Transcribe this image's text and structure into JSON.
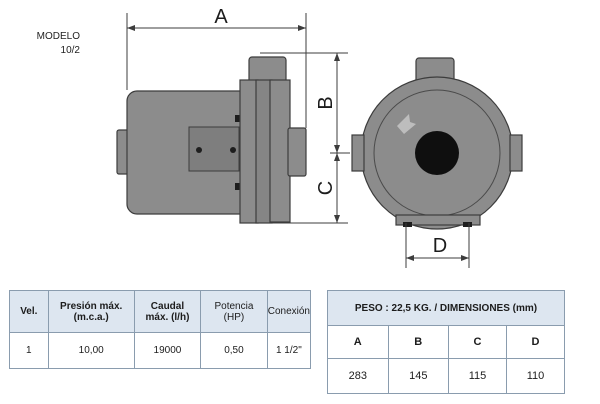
{
  "model": {
    "label": "MODELO",
    "value": "10/2"
  },
  "dimension_labels": {
    "a": "A",
    "b": "B",
    "c": "C",
    "d": "D"
  },
  "spec_table": {
    "headers": {
      "vel": "Vel.",
      "presion_1": "Presión máx.",
      "presion_2": "(m.c.a.)",
      "caudal_1": "Caudal",
      "caudal_2": "máx. (l/h)",
      "potencia_1": "Potencia",
      "potencia_2": "(HP)",
      "conexion": "Conexión"
    },
    "row": {
      "vel": "1",
      "presion": "10,00",
      "caudal": "19000",
      "potencia": "0,50",
      "conexion": "1 1/2\""
    }
  },
  "dim_table": {
    "title": "PESO : 22,5 KG. / DIMENSIONES (mm)",
    "headers": {
      "a": "A",
      "b": "B",
      "c": "C",
      "d": "D"
    },
    "values": {
      "a": "283",
      "b": "145",
      "c": "115",
      "d": "110"
    }
  },
  "colors": {
    "pump_body": "#8c8c8c",
    "pump_dark": "#6f6f6f",
    "outline": "#3c3c3c",
    "table_header_bg": "#dde6f0",
    "table_border": "#8a9cae"
  }
}
